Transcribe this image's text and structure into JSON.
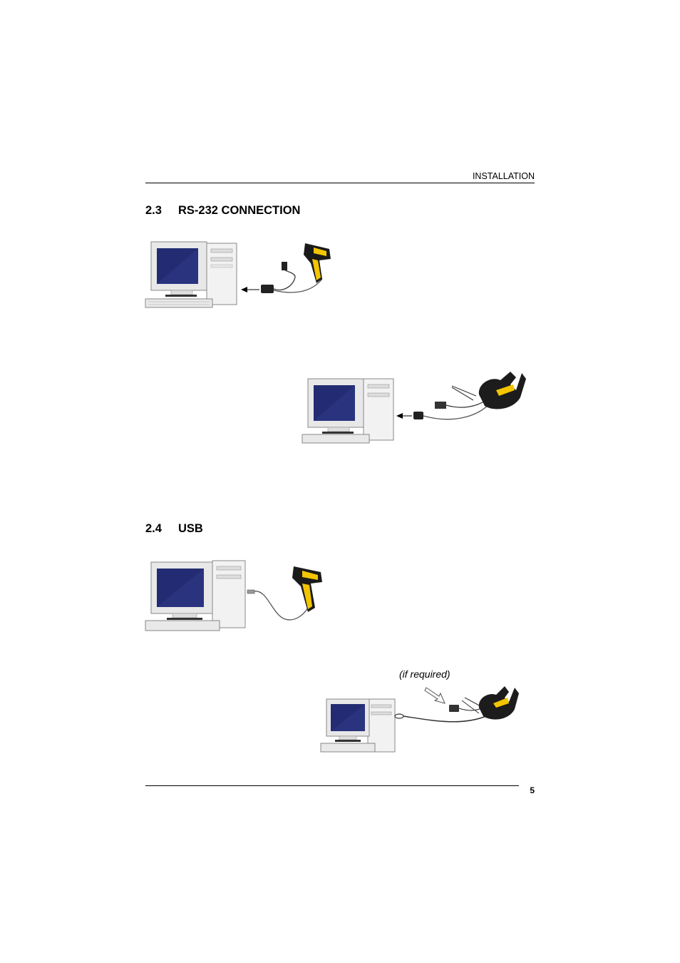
{
  "header": {
    "section_label": "INSTALLATION"
  },
  "sections": [
    {
      "number": "2.3",
      "title": "RS-232 CONNECTION"
    },
    {
      "number": "2.4",
      "title": "USB"
    }
  ],
  "figures": {
    "usb_cradle_caption": "(if required)"
  },
  "footer": {
    "page_number": "5"
  }
}
